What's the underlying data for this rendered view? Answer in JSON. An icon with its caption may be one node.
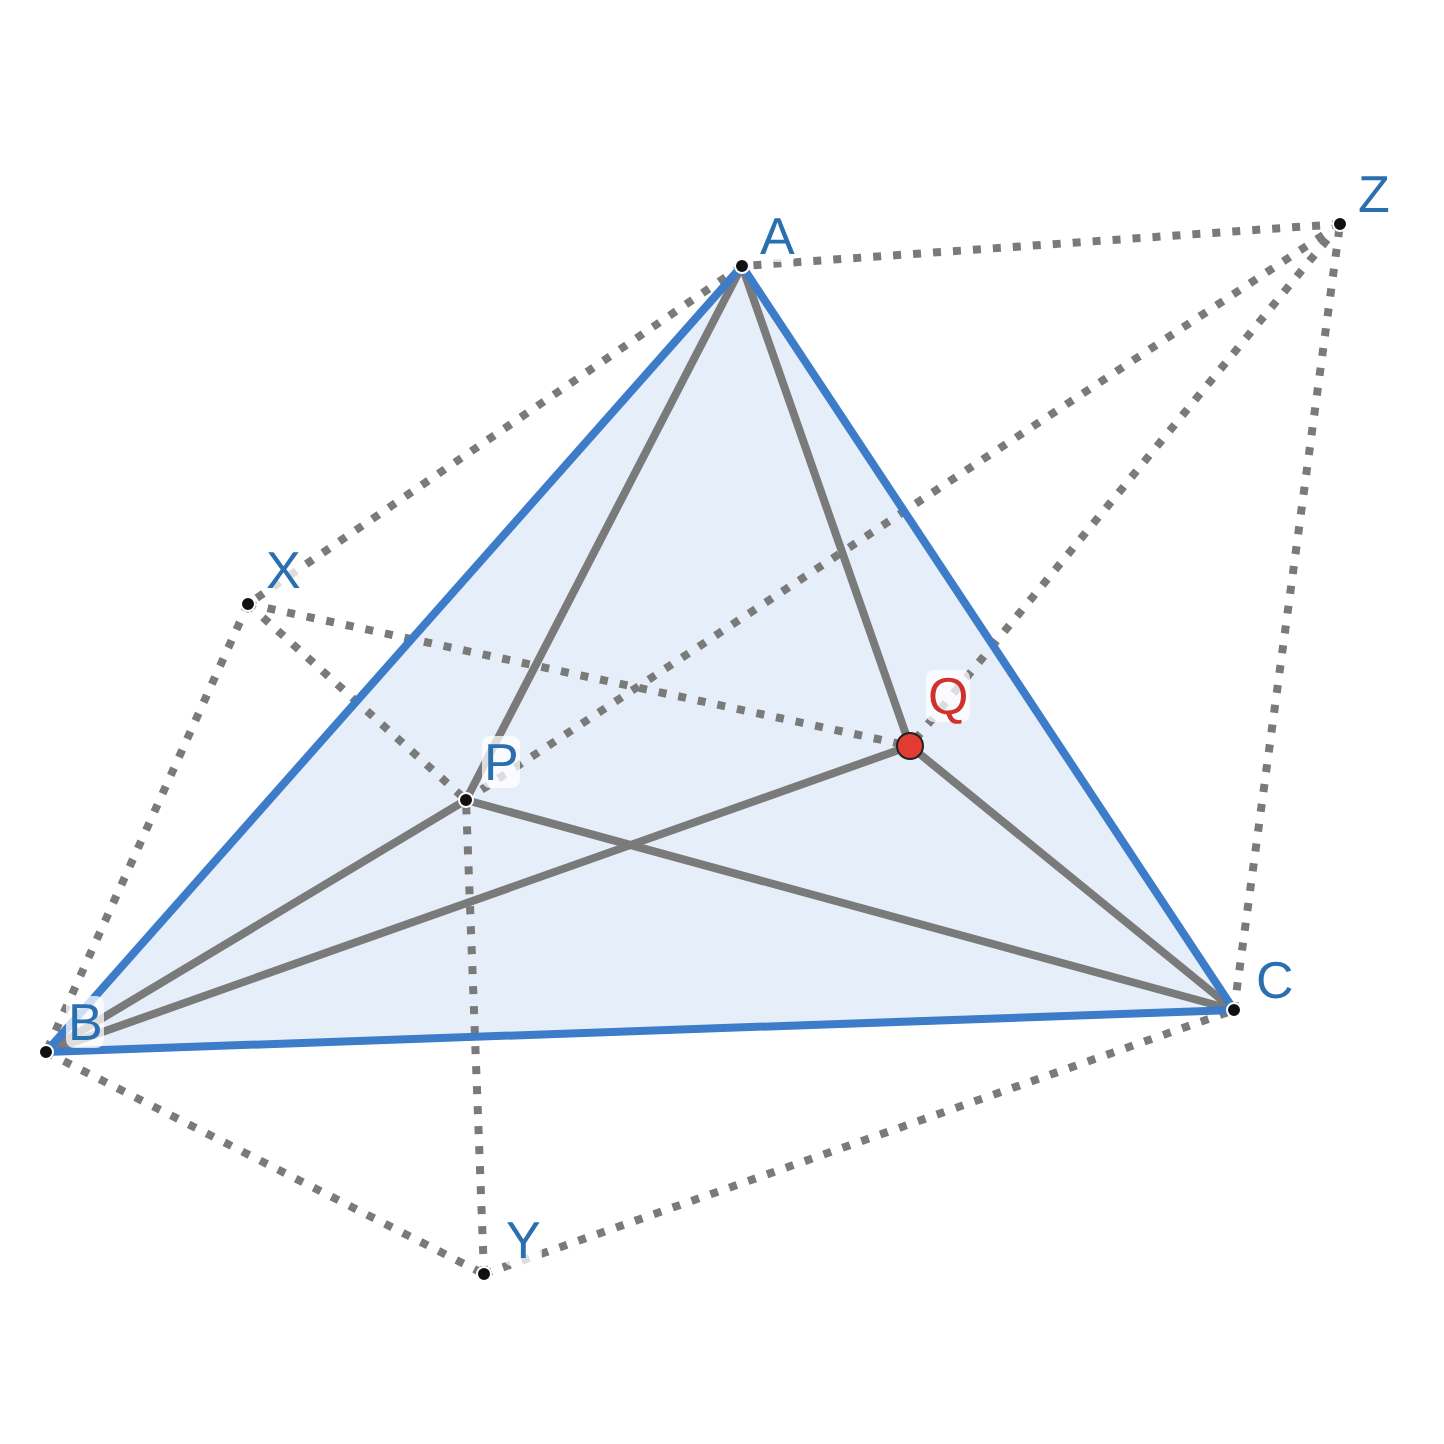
{
  "diagram": {
    "nodes": [
      {
        "text": [
          "A"
        ]
      },
      {
        "text": [
          "Z"
        ]
      },
      {
        "text": [
          "X"
        ]
      },
      {
        "text": [
          "Q"
        ]
      },
      {
        "text": [
          "P"
        ]
      },
      {
        "text": [
          "C"
        ]
      },
      {
        "text": [
          "B"
        ]
      },
      {
        "text": [
          "Y"
        ]
      }
    ],
    "edges": [
      {
        "from": 0,
        "to": 6,
        "arrow": "none",
        "color": "#3d7cc9"
      },
      {
        "from": 6,
        "to": 5,
        "arrow": "none",
        "color": "#3d7cc9"
      },
      {
        "from": 5,
        "to": 0,
        "arrow": "none",
        "color": "#3d7cc9"
      },
      {
        "from": 0,
        "to": 4,
        "arrow": "none"
      },
      {
        "from": 0,
        "to": 3,
        "arrow": "none"
      },
      {
        "from": 6,
        "to": 4,
        "arrow": "none"
      },
      {
        "from": 6,
        "to": 3,
        "arrow": "none"
      },
      {
        "from": 5,
        "to": 4,
        "arrow": "none"
      },
      {
        "from": 5,
        "to": 3,
        "arrow": "none"
      },
      {
        "from": 0,
        "to": 2,
        "arrow": "none",
        "style": "dashed"
      },
      {
        "from": 2,
        "to": 6,
        "arrow": "none",
        "style": "dashed"
      },
      {
        "from": 6,
        "to": 7,
        "arrow": "none",
        "style": "dashed"
      },
      {
        "from": 7,
        "to": 5,
        "arrow": "none",
        "style": "dashed"
      },
      {
        "from": 5,
        "to": 1,
        "arrow": "none",
        "style": "dashed"
      },
      {
        "from": 1,
        "to": 0,
        "arrow": "none",
        "style": "dashed"
      },
      {
        "from": 2,
        "to": 4,
        "arrow": "none",
        "style": "dashed"
      },
      {
        "from": 2,
        "to": 3,
        "arrow": "none",
        "style": "dashed"
      },
      {
        "from": 1,
        "to": 4,
        "arrow": "none",
        "style": "dashed"
      },
      {
        "from": 1,
        "to": 3,
        "arrow": "none",
        "style": "dashed"
      },
      {
        "from": 7,
        "to": 4,
        "arrow": "none",
        "style": "dashed"
      }
    ]
  }
}
